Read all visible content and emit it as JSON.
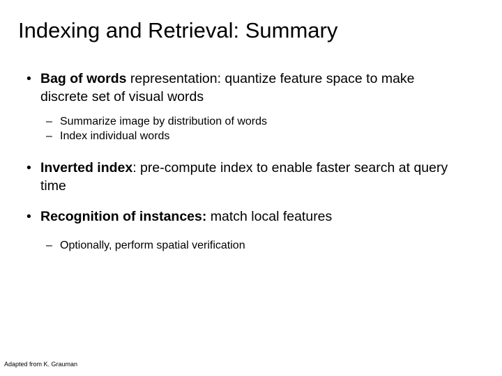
{
  "slide": {
    "title": "Indexing and Retrieval: Summary",
    "background_color": "#ffffff",
    "text_color": "#000000",
    "bullet_marker": "•",
    "subbullet_marker": "–",
    "bullets": [
      {
        "level": 1,
        "bold_lead": "Bag of words",
        "rest": " representation: quantize feature space to make discrete set of visual words",
        "full_text": "Bag of words representation: quantize feature space to make discrete set of visual words"
      },
      {
        "level": 2,
        "full_text": "Summarize image by distribution of words"
      },
      {
        "level": 2,
        "full_text": "Index individual words"
      },
      {
        "level": 1,
        "bold_lead": "Inverted index",
        "rest": ": pre-compute index to enable faster search at query time",
        "full_text": "Inverted index: pre-compute index to enable faster search at query time"
      },
      {
        "level": 1,
        "bold_lead": "Recognition of instances:",
        "rest": " match local features",
        "full_text": "Recognition of instances: match local features"
      },
      {
        "level": 2,
        "full_text": "Optionally, perform spatial verification"
      }
    ],
    "footer": "Adapted from K. Grauman"
  }
}
